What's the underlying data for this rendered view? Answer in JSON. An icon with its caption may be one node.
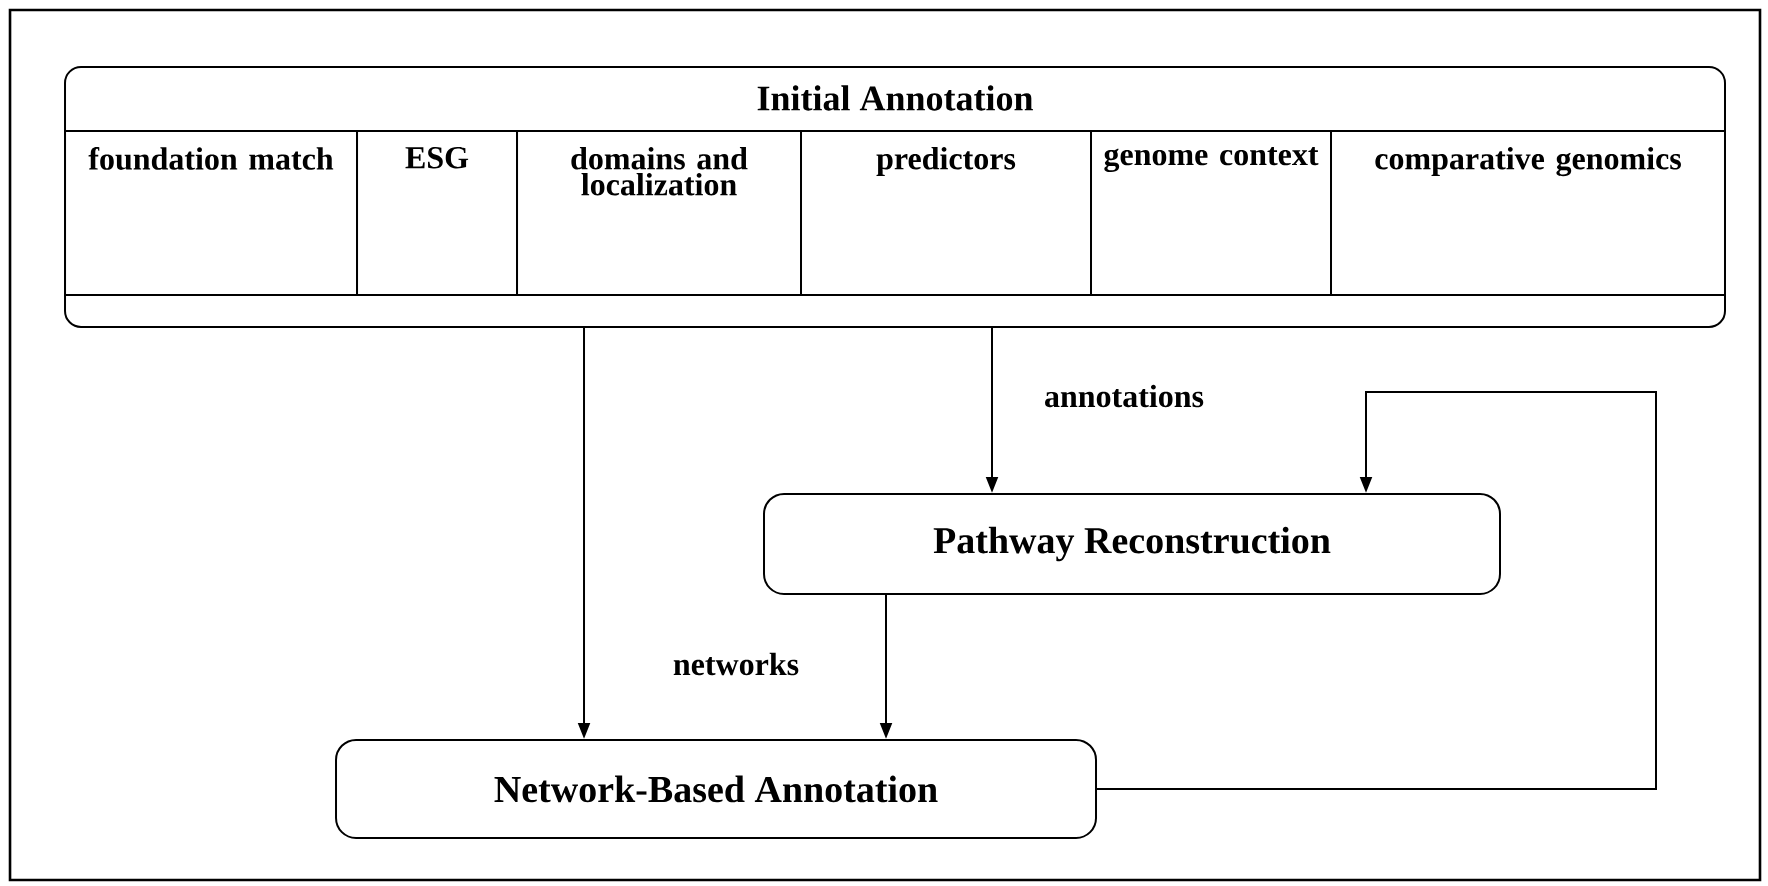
{
  "diagram": {
    "nodes": [
      {
        "text": [
          "Initial Annotation"
        ]
      },
      {
        "text": [
          "foundation match"
        ],
        "in": 0
      },
      {
        "text": [
          "ESG"
        ],
        "in": 0
      },
      {
        "text": [
          "domains and localization"
        ],
        "in": 0
      },
      {
        "text": [
          "predictors"
        ],
        "in": 0
      },
      {
        "text": [
          "genome context"
        ],
        "in": 0
      },
      {
        "text": [
          "comparative genomics"
        ],
        "in": 0
      },
      {
        "text": [
          "Pathway Reconstruction"
        ]
      },
      {
        "text": [
          "Network-Based Annotation"
        ]
      }
    ],
    "edges": [
      {
        "from": 0,
        "to": 8,
        "arrow": "to"
      },
      {
        "from": 0,
        "to": 7,
        "arrow": "to",
        "label": "annotations"
      },
      {
        "from": 7,
        "to": 8,
        "arrow": "to",
        "label": "networks"
      },
      {
        "from": 8,
        "to": 7,
        "arrow": "to"
      }
    ]
  }
}
